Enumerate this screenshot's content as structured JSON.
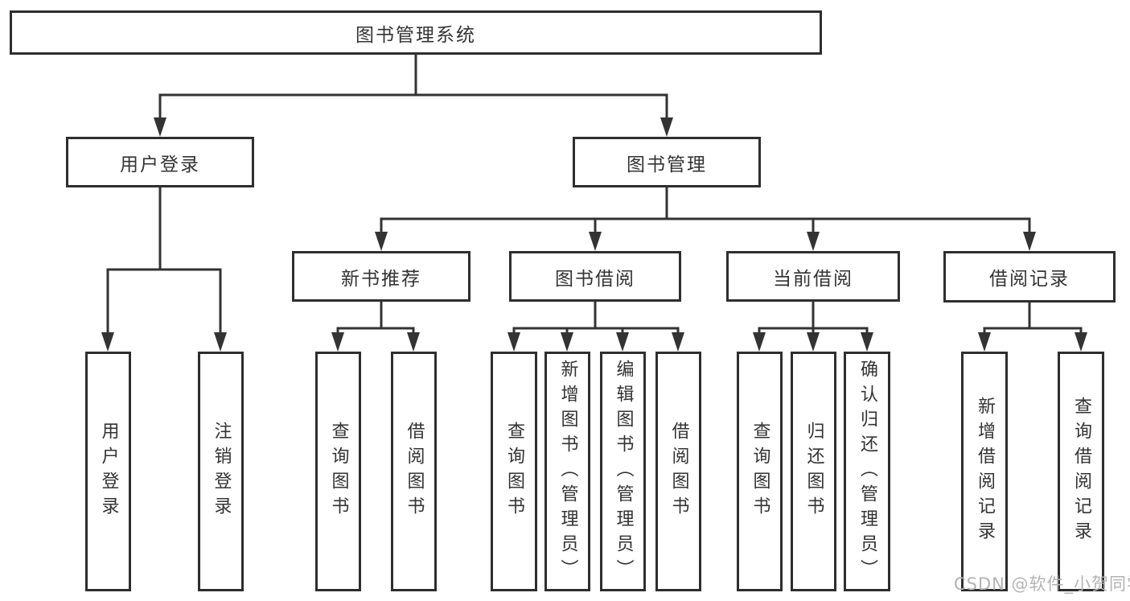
{
  "diagram": {
    "title": "图书管理系统",
    "branches": [
      {
        "label": "用户登录",
        "children": [
          {
            "label": "用户登录"
          },
          {
            "label": "注销登录"
          }
        ]
      },
      {
        "label": "图书管理",
        "children": [
          {
            "label": "新书推荐",
            "children": [
              {
                "label": "查询图书"
              },
              {
                "label": "借阅图书"
              }
            ]
          },
          {
            "label": "图书借阅",
            "children": [
              {
                "label": "查询图书"
              },
              {
                "label": "新增图书（管理员）"
              },
              {
                "label": "编辑图书（管理员）"
              },
              {
                "label": "借阅图书"
              }
            ]
          },
          {
            "label": "当前借阅",
            "children": [
              {
                "label": "查询图书"
              },
              {
                "label": "归还图书"
              },
              {
                "label": "确认归还（管理员）"
              }
            ]
          },
          {
            "label": "借阅记录",
            "children": [
              {
                "label": "新增借阅记录"
              },
              {
                "label": "查询借阅记录"
              }
            ]
          }
        ]
      }
    ]
  },
  "watermark": "CSDN @软件_小贺同学",
  "colors": {
    "line": "#333333",
    "text": "#333333",
    "watermark": "#b3b3b3",
    "background": "#ffffff"
  }
}
